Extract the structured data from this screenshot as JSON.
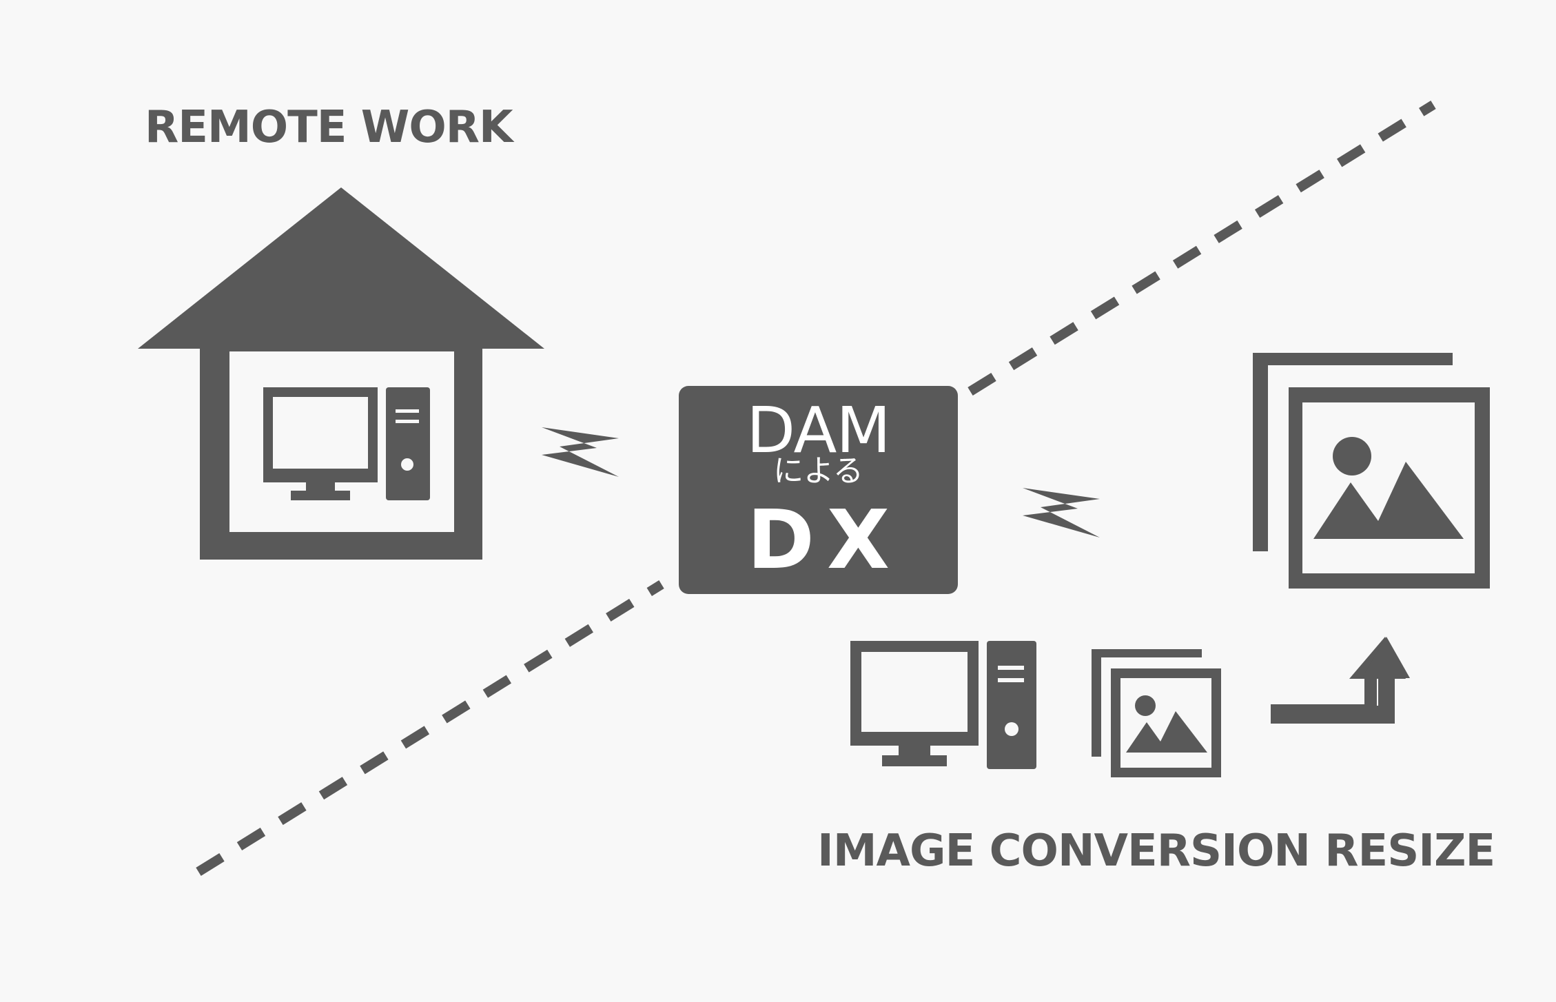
{
  "labels": {
    "remote_work": "REMOTE WORK",
    "image_conversion": "IMAGE CONVERSION RESIZE"
  },
  "dam_box": {
    "line1": "DAM",
    "line2": "による",
    "line3": "DX"
  },
  "icons": [
    "house-icon",
    "desktop-computer-icon",
    "lightning-icon",
    "image-stack-icon",
    "corner-arrow-icon"
  ],
  "colors": {
    "background": "#f8f8f8",
    "icon": "#595959",
    "text": "#5a5a5a",
    "box_text": "#ffffff"
  }
}
